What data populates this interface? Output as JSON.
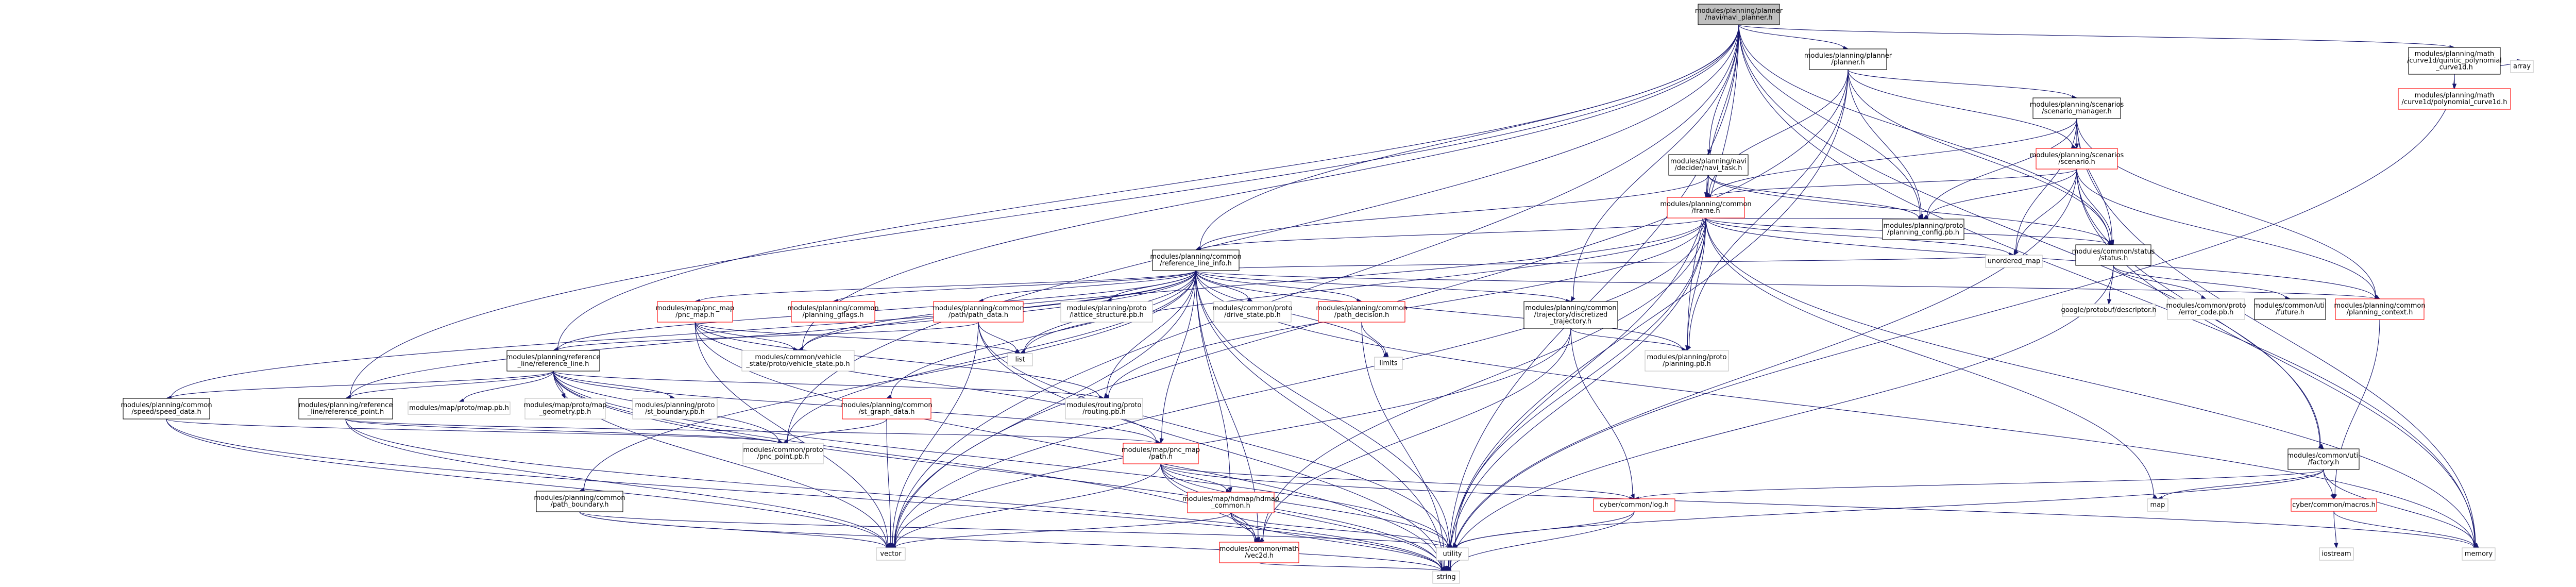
{
  "graph": {
    "colors": {
      "edge": "#191970",
      "root_fill": "#bfbfbf",
      "root_border": "#000000",
      "doc_border": "#000000",
      "missing_border": "#ff0000",
      "system_border": "#bfbfbf",
      "node_fill": "#ffffff",
      "text": "#000000"
    },
    "nodes": [
      {
        "id": "root",
        "kind": "root",
        "lines": [
          "modules/planning/planner",
          "/navi/navi_planner.h"
        ]
      },
      {
        "id": "planner_h",
        "kind": "doc",
        "lines": [
          "modules/planning/planner",
          "/planner.h"
        ]
      },
      {
        "id": "quintic",
        "kind": "doc",
        "lines": [
          "modules/planning/math",
          "/curve1d/quintic_polynomial",
          "_curve1d.h"
        ]
      },
      {
        "id": "array",
        "kind": "sys",
        "lines": [
          "array"
        ]
      },
      {
        "id": "poly_curve",
        "kind": "missing",
        "lines": [
          "modules/planning/math",
          "/curve1d/polynomial_curve1d.h"
        ]
      },
      {
        "id": "scen_mgr",
        "kind": "doc",
        "lines": [
          "modules/planning/scenarios",
          "/scenario_manager.h"
        ]
      },
      {
        "id": "scenario",
        "kind": "missing",
        "lines": [
          "modules/planning/scenarios",
          "/scenario.h"
        ]
      },
      {
        "id": "navi_task",
        "kind": "doc",
        "lines": [
          "modules/planning/navi",
          "/decider/navi_task.h"
        ]
      },
      {
        "id": "frame",
        "kind": "missing",
        "lines": [
          "modules/planning/common",
          "/frame.h"
        ]
      },
      {
        "id": "pcfg",
        "kind": "doc",
        "lines": [
          "modules/planning/proto",
          "/planning_config.pb.h"
        ]
      },
      {
        "id": "status",
        "kind": "doc",
        "lines": [
          "modules/common/status",
          "/status.h"
        ]
      },
      {
        "id": "unordered_map",
        "kind": "sys",
        "lines": [
          "unordered_map"
        ]
      },
      {
        "id": "rli",
        "kind": "doc",
        "lines": [
          "modules/planning/common",
          "/reference_line_info.h"
        ]
      },
      {
        "id": "gdescriptor",
        "kind": "sys",
        "lines": [
          "google/protobuf/descriptor.h"
        ]
      },
      {
        "id": "error_code",
        "kind": "sys",
        "lines": [
          "modules/common/proto",
          "/error_code.pb.h"
        ]
      },
      {
        "id": "future",
        "kind": "doc",
        "lines": [
          "modules/common/util",
          "/future.h"
        ]
      },
      {
        "id": "pcontext",
        "kind": "missing",
        "lines": [
          "modules/planning/common",
          "/planning_context.h"
        ]
      },
      {
        "id": "pnc_map_h",
        "kind": "missing",
        "lines": [
          "modules/map/pnc_map",
          "/pnc_map.h"
        ]
      },
      {
        "id": "pgflags",
        "kind": "missing",
        "lines": [
          "modules/planning/common",
          "/planning_gflags.h"
        ]
      },
      {
        "id": "path_data",
        "kind": "missing",
        "lines": [
          "modules/planning/common",
          "/path/path_data.h"
        ]
      },
      {
        "id": "lattice",
        "kind": "sys",
        "lines": [
          "modules/planning/proto",
          "/lattice_structure.pb.h"
        ]
      },
      {
        "id": "drive_state",
        "kind": "sys",
        "lines": [
          "modules/common/proto",
          "/drive_state.pb.h"
        ]
      },
      {
        "id": "path_decision",
        "kind": "missing",
        "lines": [
          "modules/planning/common",
          "/path_decision.h"
        ]
      },
      {
        "id": "traj",
        "kind": "doc",
        "lines": [
          "modules/planning/common",
          "/trajectory/discretized",
          "_trajectory.h"
        ]
      },
      {
        "id": "limits",
        "kind": "sys",
        "lines": [
          "limits"
        ]
      },
      {
        "id": "planning_pb",
        "kind": "sys",
        "lines": [
          "modules/planning/proto",
          "/planning.pb.h"
        ]
      },
      {
        "id": "vehicle_state",
        "kind": "sys",
        "lines": [
          "modules/common/vehicle",
          "_state/proto/vehicle_state.pb.h"
        ]
      },
      {
        "id": "list",
        "kind": "sys",
        "lines": [
          "list"
        ]
      },
      {
        "id": "ref_line",
        "kind": "doc",
        "lines": [
          "modules/planning/reference",
          "_line/reference_line.h"
        ]
      },
      {
        "id": "speed_data",
        "kind": "doc",
        "lines": [
          "modules/planning/common",
          "/speed/speed_data.h"
        ]
      },
      {
        "id": "ref_point",
        "kind": "doc",
        "lines": [
          "modules/planning/reference",
          "_line/reference_point.h"
        ]
      },
      {
        "id": "map_pb",
        "kind": "sys",
        "lines": [
          "modules/map/proto/map.pb.h"
        ]
      },
      {
        "id": "map_geometry",
        "kind": "sys",
        "lines": [
          "modules/map/proto/map",
          "_geometry.pb.h"
        ]
      },
      {
        "id": "st_boundary",
        "kind": "sys",
        "lines": [
          "modules/planning/proto",
          "/st_boundary.pb.h"
        ]
      },
      {
        "id": "st_graph",
        "kind": "missing",
        "lines": [
          "modules/planning/common",
          "/st_graph_data.h"
        ]
      },
      {
        "id": "routing",
        "kind": "sys",
        "lines": [
          "modules/routing/proto",
          "/routing.pb.h"
        ]
      },
      {
        "id": "pnc_point",
        "kind": "sys",
        "lines": [
          "modules/common/proto",
          "/pnc_point.pb.h"
        ]
      },
      {
        "id": "path_h",
        "kind": "missing",
        "lines": [
          "modules/map/pnc_map",
          "/path.h"
        ]
      },
      {
        "id": "path_boundary",
        "kind": "doc",
        "lines": [
          "modules/planning/common",
          "/path_boundary.h"
        ]
      },
      {
        "id": "hdmap",
        "kind": "missing",
        "lines": [
          "modules/map/hdmap/hdmap",
          "_common.h"
        ]
      },
      {
        "id": "vec2d",
        "kind": "missing",
        "lines": [
          "modules/common/math",
          "/vec2d.h"
        ]
      },
      {
        "id": "vector",
        "kind": "sys",
        "lines": [
          "vector"
        ]
      },
      {
        "id": "utility",
        "kind": "sys",
        "lines": [
          "utility"
        ]
      },
      {
        "id": "cyber_log",
        "kind": "missing",
        "lines": [
          "cyber/common/log.h"
        ]
      },
      {
        "id": "factory",
        "kind": "doc",
        "lines": [
          "modules/common/util",
          "/factory.h"
        ]
      },
      {
        "id": "map",
        "kind": "sys",
        "lines": [
          "map"
        ]
      },
      {
        "id": "cyber_macros",
        "kind": "missing",
        "lines": [
          "cyber/common/macros.h"
        ]
      },
      {
        "id": "iostream",
        "kind": "sys",
        "lines": [
          "iostream"
        ]
      },
      {
        "id": "memory",
        "kind": "sys",
        "lines": [
          "memory"
        ]
      },
      {
        "id": "string",
        "kind": "sys",
        "lines": [
          "string"
        ]
      }
    ],
    "edges": [
      [
        "root",
        "planner_h"
      ],
      [
        "root",
        "quintic"
      ],
      [
        "root",
        "navi_task"
      ],
      [
        "root",
        "pcfg"
      ],
      [
        "root",
        "status"
      ],
      [
        "root",
        "factory"
      ],
      [
        "root",
        "memory"
      ],
      [
        "root",
        "string"
      ],
      [
        "root",
        "vector"
      ],
      [
        "root",
        "rli"
      ],
      [
        "root",
        "ref_line"
      ],
      [
        "root",
        "ref_point"
      ],
      [
        "root",
        "pnc_point"
      ],
      [
        "root",
        "planning_pb"
      ],
      [
        "root",
        "vehicle_state"
      ],
      [
        "root",
        "frame"
      ],
      [
        "root",
        "traj"
      ],
      [
        "planner_h",
        "scen_mgr"
      ],
      [
        "planner_h",
        "scenario"
      ],
      [
        "planner_h",
        "frame"
      ],
      [
        "planner_h",
        "pcfg"
      ],
      [
        "planner_h",
        "status"
      ],
      [
        "planner_h",
        "string"
      ],
      [
        "planner_h",
        "vector"
      ],
      [
        "planner_h",
        "planning_pb"
      ],
      [
        "quintic",
        "array"
      ],
      [
        "quintic",
        "poly_curve"
      ],
      [
        "quintic",
        "string"
      ],
      [
        "scen_mgr",
        "scenario"
      ],
      [
        "scen_mgr",
        "pcfg"
      ],
      [
        "scen_mgr",
        "status"
      ],
      [
        "scen_mgr",
        "unordered_map"
      ],
      [
        "scen_mgr",
        "pcontext"
      ],
      [
        "scen_mgr",
        "memory"
      ],
      [
        "scen_mgr",
        "frame"
      ],
      [
        "scenario",
        "frame"
      ],
      [
        "scenario",
        "pcfg"
      ],
      [
        "scenario",
        "status"
      ],
      [
        "scenario",
        "unordered_map"
      ],
      [
        "scenario",
        "pcontext"
      ],
      [
        "scenario",
        "factory"
      ],
      [
        "scenario",
        "memory"
      ],
      [
        "scenario",
        "string"
      ],
      [
        "navi_task",
        "frame"
      ],
      [
        "navi_task",
        "rli"
      ],
      [
        "navi_task",
        "pcfg"
      ],
      [
        "navi_task",
        "status"
      ],
      [
        "navi_task",
        "string"
      ],
      [
        "frame",
        "rli"
      ],
      [
        "frame",
        "pcfg"
      ],
      [
        "frame",
        "status"
      ],
      [
        "frame",
        "unordered_map"
      ],
      [
        "frame",
        "pcontext"
      ],
      [
        "frame",
        "planning_pb"
      ],
      [
        "frame",
        "map"
      ],
      [
        "frame",
        "vector"
      ],
      [
        "frame",
        "string"
      ],
      [
        "frame",
        "utility"
      ],
      [
        "frame",
        "vec2d"
      ],
      [
        "frame",
        "vehicle_state"
      ],
      [
        "frame",
        "list"
      ],
      [
        "frame",
        "routing"
      ],
      [
        "frame",
        "memory"
      ],
      [
        "status",
        "gdescriptor"
      ],
      [
        "status",
        "error_code"
      ],
      [
        "status",
        "future"
      ],
      [
        "status",
        "string"
      ],
      [
        "rli",
        "pnc_map_h"
      ],
      [
        "rli",
        "pgflags"
      ],
      [
        "rli",
        "path_data"
      ],
      [
        "rli",
        "lattice"
      ],
      [
        "rli",
        "drive_state"
      ],
      [
        "rli",
        "path_decision"
      ],
      [
        "rli",
        "traj"
      ],
      [
        "rli",
        "pcontext"
      ],
      [
        "rli",
        "unordered_map"
      ],
      [
        "rli",
        "limits"
      ],
      [
        "rli",
        "list"
      ],
      [
        "rli",
        "planning_pb"
      ],
      [
        "rli",
        "vehicle_state"
      ],
      [
        "rli",
        "ref_line"
      ],
      [
        "rli",
        "speed_data"
      ],
      [
        "rli",
        "ref_point"
      ],
      [
        "rli",
        "st_graph"
      ],
      [
        "rli",
        "routing"
      ],
      [
        "rli",
        "pnc_point"
      ],
      [
        "rli",
        "path_h"
      ],
      [
        "rli",
        "path_boundary"
      ],
      [
        "rli",
        "hdmap"
      ],
      [
        "rli",
        "vec2d"
      ],
      [
        "rli",
        "vector"
      ],
      [
        "rli",
        "utility"
      ],
      [
        "rli",
        "string"
      ],
      [
        "rli",
        "memory"
      ],
      [
        "pnc_map_h",
        "list"
      ],
      [
        "pnc_map_h",
        "vehicle_state"
      ],
      [
        "pnc_map_h",
        "routing"
      ],
      [
        "pnc_map_h",
        "path_h"
      ],
      [
        "pnc_map_h",
        "vector"
      ],
      [
        "pnc_map_h",
        "string"
      ],
      [
        "path_data",
        "ref_line"
      ],
      [
        "path_data",
        "list"
      ],
      [
        "path_data",
        "utility"
      ],
      [
        "path_data",
        "vector"
      ],
      [
        "path_data",
        "string"
      ],
      [
        "path_decision",
        "limits"
      ],
      [
        "path_decision",
        "string"
      ],
      [
        "traj",
        "planning_pb"
      ],
      [
        "traj",
        "vec2d"
      ],
      [
        "traj",
        "cyber_log"
      ],
      [
        "traj",
        "vector"
      ],
      [
        "ref_line",
        "speed_data"
      ],
      [
        "ref_line",
        "ref_point"
      ],
      [
        "ref_line",
        "map_pb"
      ],
      [
        "ref_line",
        "map_geometry"
      ],
      [
        "ref_line",
        "st_boundary"
      ],
      [
        "ref_line",
        "routing"
      ],
      [
        "ref_line",
        "pnc_point"
      ],
      [
        "ref_line",
        "path_h"
      ],
      [
        "ref_line",
        "vec2d"
      ],
      [
        "ref_line",
        "vector"
      ],
      [
        "ref_line",
        "string"
      ],
      [
        "ref_line",
        "utility"
      ],
      [
        "speed_data",
        "pnc_point"
      ],
      [
        "speed_data",
        "string"
      ],
      [
        "speed_data",
        "vector"
      ],
      [
        "ref_point",
        "pnc_point"
      ],
      [
        "ref_point",
        "path_h"
      ],
      [
        "ref_point",
        "string"
      ],
      [
        "ref_point",
        "vector"
      ],
      [
        "st_graph",
        "pnc_point"
      ],
      [
        "st_graph",
        "vector"
      ],
      [
        "path_h",
        "hdmap"
      ],
      [
        "path_h",
        "vec2d"
      ],
      [
        "path_h",
        "cyber_log"
      ],
      [
        "path_h",
        "vector"
      ],
      [
        "path_h",
        "utility"
      ],
      [
        "path_h",
        "string"
      ],
      [
        "path_h",
        "memory"
      ],
      [
        "path_boundary",
        "vector"
      ],
      [
        "path_boundary",
        "utility"
      ],
      [
        "path_boundary",
        "string"
      ],
      [
        "hdmap",
        "vec2d"
      ],
      [
        "hdmap",
        "vector"
      ],
      [
        "hdmap",
        "utility"
      ],
      [
        "hdmap",
        "string"
      ],
      [
        "vec2d",
        "string"
      ],
      [
        "cyber_log",
        "string"
      ],
      [
        "cyber_log",
        "utility"
      ],
      [
        "factory",
        "map"
      ],
      [
        "factory",
        "cyber_log"
      ],
      [
        "factory",
        "cyber_macros"
      ],
      [
        "factory",
        "memory"
      ],
      [
        "factory",
        "utility"
      ],
      [
        "cyber_macros",
        "iostream"
      ],
      [
        "cyber_macros",
        "memory"
      ],
      [
        "pcontext",
        "cyber_macros"
      ]
    ]
  }
}
